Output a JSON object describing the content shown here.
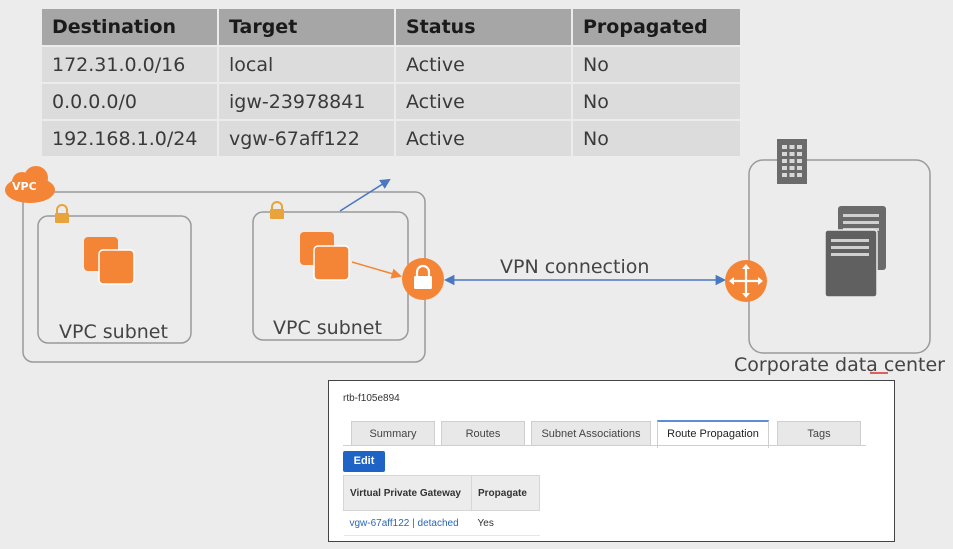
{
  "route_table": {
    "headers": [
      "Destination",
      "Target",
      "Status",
      "Propagated"
    ],
    "rows": [
      [
        "172.31.0.0/16",
        "local",
        "Active",
        "No"
      ],
      [
        "0.0.0.0/0",
        "igw-23978841",
        "Active",
        "No"
      ],
      [
        "192.168.1.0/24",
        "vgw-67aff122",
        "Active",
        "No"
      ]
    ]
  },
  "diagram": {
    "vpc_badge": "VPC",
    "subnet_left_label": "VPC subnet",
    "subnet_right_label": "VPC subnet",
    "vpn_label": "VPN connection",
    "datacenter_label": "Corporate data center"
  },
  "console": {
    "title": "rtb-f105e894",
    "tabs": [
      "Summary",
      "Routes",
      "Subnet Associations",
      "Route Propagation",
      "Tags"
    ],
    "selected_tab": "Route Propagation",
    "edit_label": "Edit",
    "table_headers": [
      "Virtual Private Gateway",
      "Propagate"
    ],
    "table_row": [
      "vgw-67aff122 | detached",
      "Yes"
    ]
  },
  "colors": {
    "aws_orange": "#f58536",
    "link_blue": "#4d7fc4",
    "active_green": "#7fb55a",
    "vpn_line": "#4a78c0",
    "button_blue": "#1f63c6"
  }
}
